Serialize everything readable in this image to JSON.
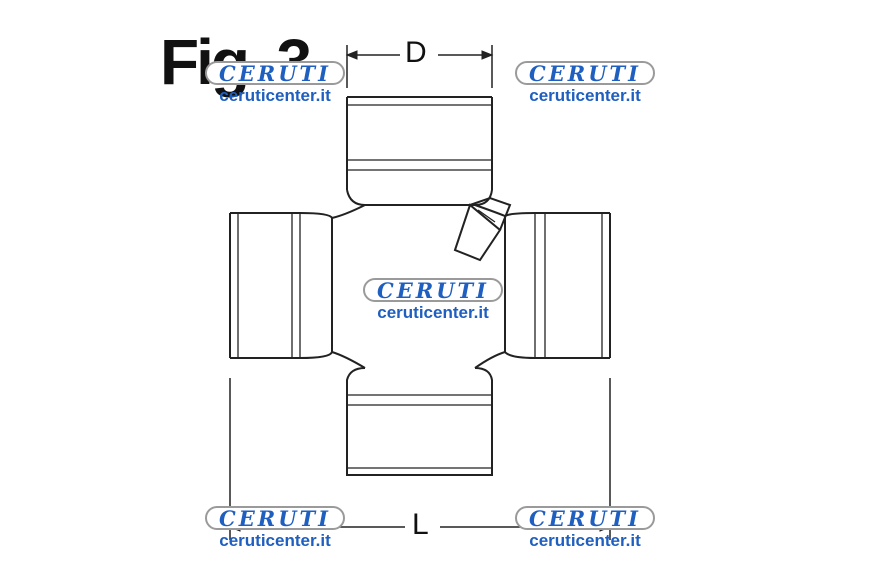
{
  "figure": {
    "title": "Fig. 3",
    "dimension_d": "D",
    "dimension_l": "L"
  },
  "watermarks": [
    {
      "logo": "CERUTI",
      "url": "ceruticenter.it"
    },
    {
      "logo": "CERUTI",
      "url": "ceruticenter.it"
    },
    {
      "logo": "CERUTI",
      "url": "ceruticenter.it"
    },
    {
      "logo": "CERUTI",
      "url": "ceruticenter.it"
    },
    {
      "logo": "CERUTI",
      "url": "ceruticenter.it"
    }
  ],
  "colors": {
    "watermark_blue": "#1f5fbf",
    "line": "#222222"
  }
}
